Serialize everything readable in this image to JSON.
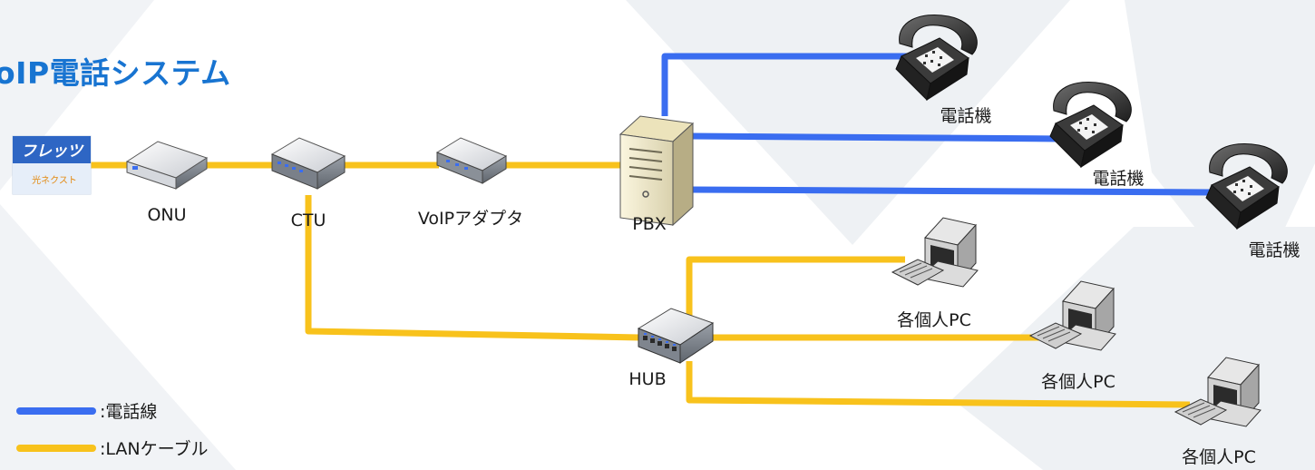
{
  "title": "oIP電話システム",
  "colors": {
    "phone_line": "#3a6df0",
    "lan_cable": "#f8c21c",
    "title": "#1874d1",
    "background_shape": "#eef1f4"
  },
  "nodes": {
    "flets": {
      "icon": "flets-hikari-logo",
      "logo_text_top": "フレッツ",
      "logo_text_bottom": "光ネクスト"
    },
    "onu": {
      "label": "ONU",
      "icon": "onu-device-icon"
    },
    "ctu": {
      "label": "CTU",
      "icon": "ctu-router-icon"
    },
    "voip_adapter": {
      "label": "VoIPアダプタ",
      "icon": "voip-adapter-icon"
    },
    "pbx": {
      "label": "PBX",
      "icon": "pbx-server-icon"
    },
    "hub": {
      "label": "HUB",
      "icon": "hub-switch-icon"
    },
    "phones": [
      {
        "label": "電話機",
        "icon": "telephone-icon"
      },
      {
        "label": "電話機",
        "icon": "telephone-icon"
      },
      {
        "label": "電話機",
        "icon": "telephone-icon"
      }
    ],
    "pcs": [
      {
        "label": "各個人PC",
        "icon": "desktop-pc-icon"
      },
      {
        "label": "各個人PC",
        "icon": "desktop-pc-icon"
      },
      {
        "label": "各個人PC",
        "icon": "desktop-pc-icon"
      }
    ]
  },
  "legend": [
    {
      "label": ":電話線",
      "type": "phone_line"
    },
    {
      "label": ":LANケーブル",
      "type": "lan_cable"
    }
  ]
}
